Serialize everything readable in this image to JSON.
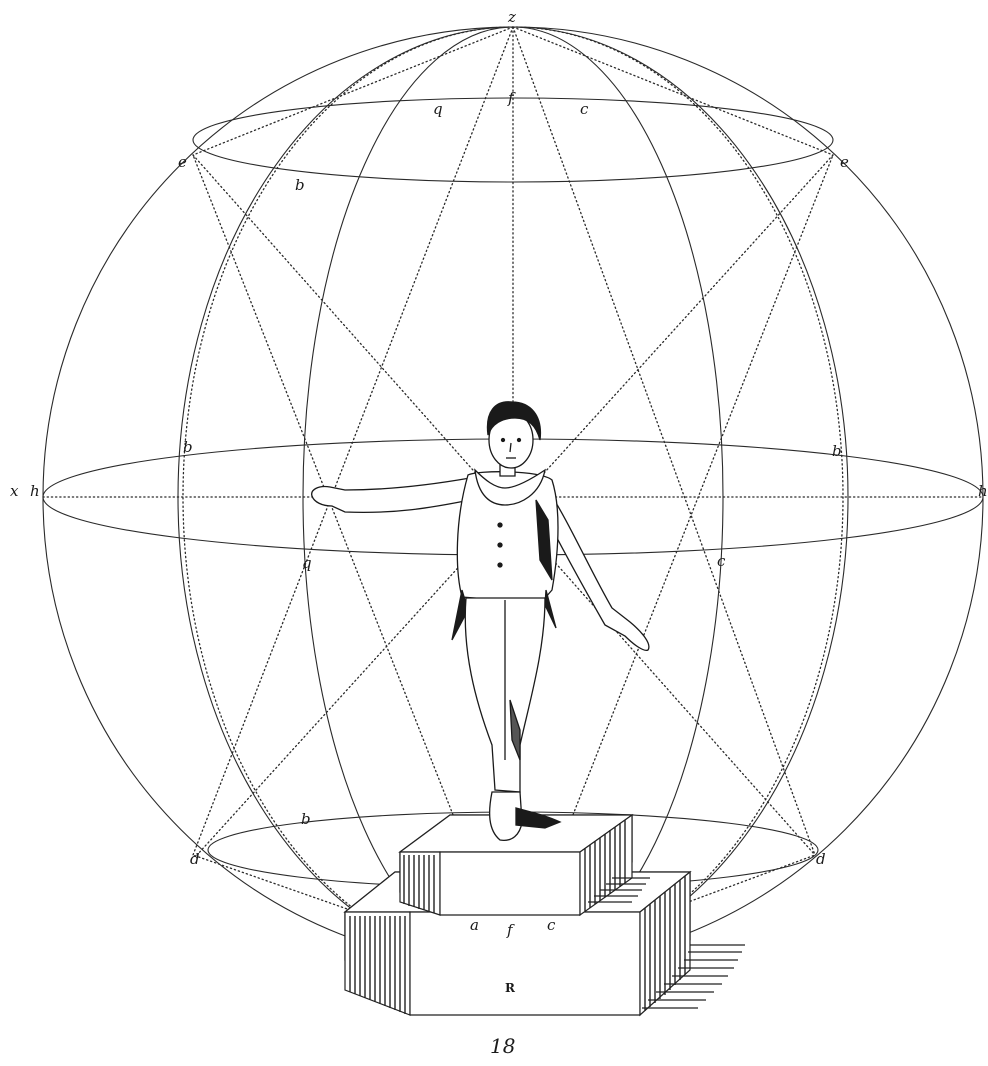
{
  "figure_number": "18",
  "point_labels": {
    "z": "z",
    "f_top": "f",
    "q_top": "q",
    "c_top": "c",
    "e_left": "e",
    "e_right": "e",
    "b_upper_left": "b",
    "x": "x",
    "h": "h",
    "h_right": "h",
    "b_left": "b",
    "b_right": "b",
    "q_mid": "q",
    "c_mid": "c",
    "b_lower": "b",
    "d_left": "d",
    "d_right": "d",
    "a_bottom": "a",
    "f_bottom": "f",
    "c_bottom": "c",
    "R": "R"
  },
  "colors": {
    "ink": "#2a2a2a",
    "paper": "#ffffff"
  }
}
